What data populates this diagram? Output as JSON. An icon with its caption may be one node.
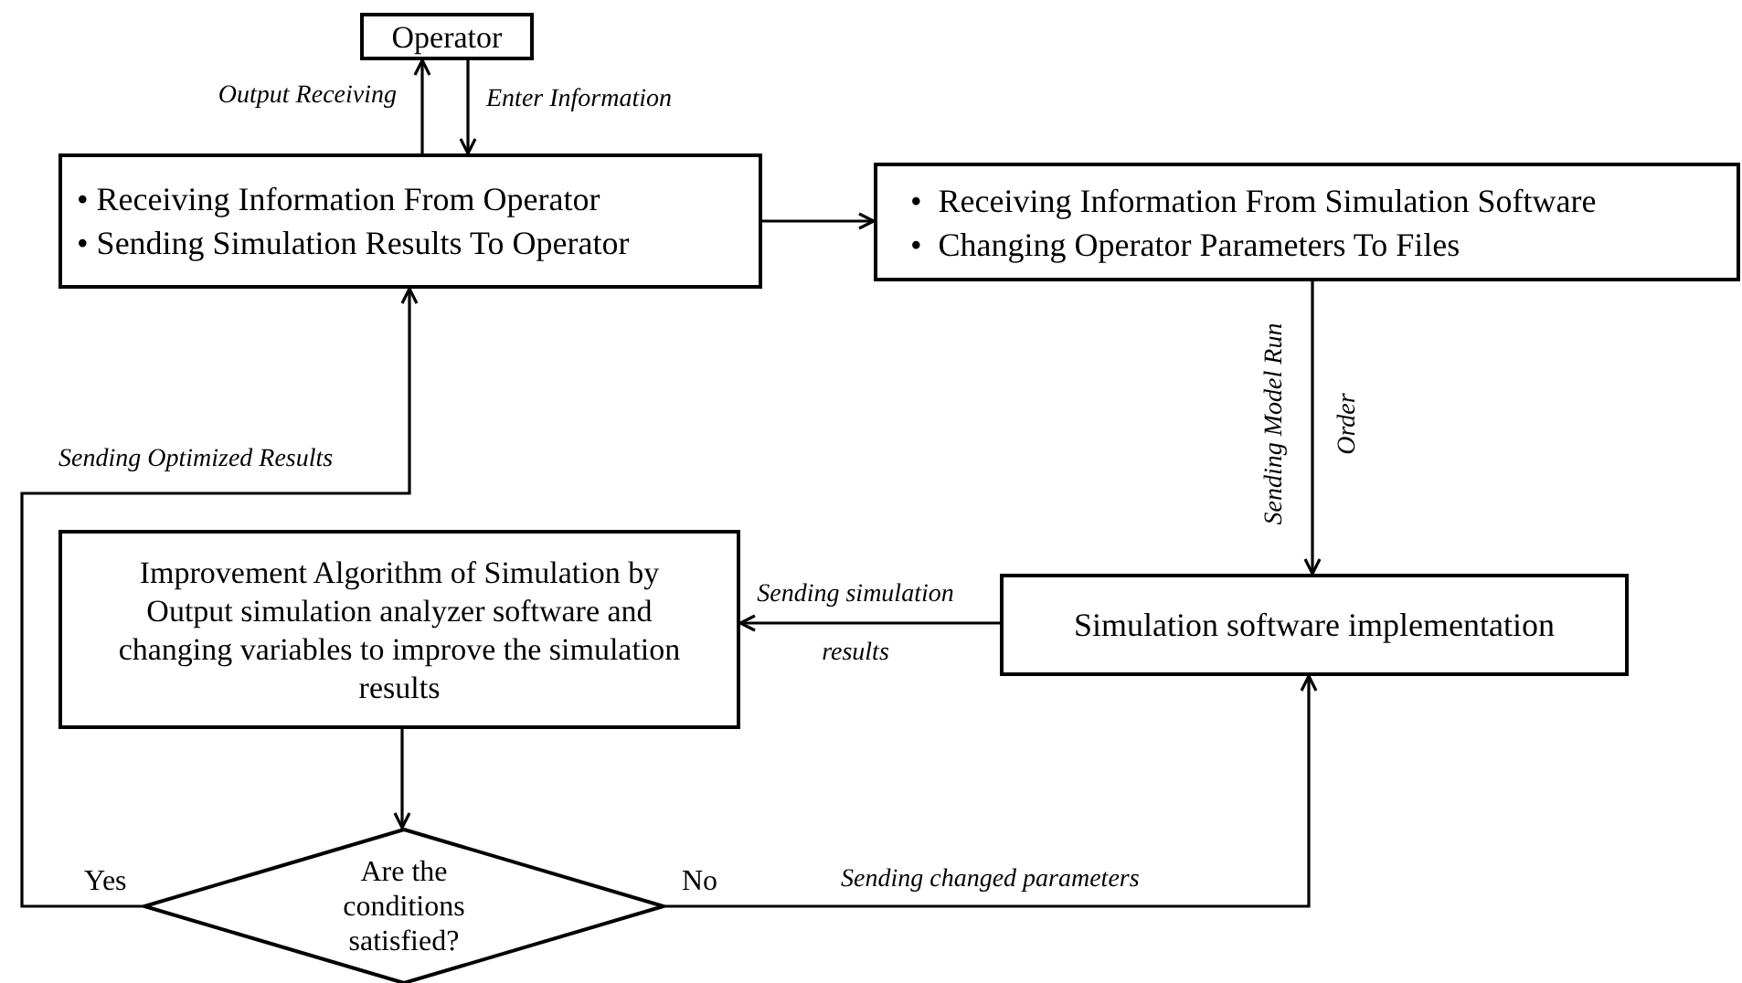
{
  "diagram": {
    "nodes": [
      {
        "text": [
          "Operator"
        ]
      },
      {
        "text": [
          "• Receiving Information From Operator",
          "• Sending Simulation Results To Operator"
        ]
      },
      {
        "text": [
          "•  Receiving Information From Simulation Software",
          "•  Changing Operator Parameters To Files"
        ]
      },
      {
        "text": [
          "Improvement Algorithm of Simulation by Output simulation analyzer software and changing variables to improve the simulation results"
        ]
      },
      {
        "text": [
          "Simulation software implementation"
        ]
      },
      {
        "text": [
          "Are the conditions satisfied?"
        ]
      }
    ],
    "edges": [
      {
        "from": 1,
        "to": 0,
        "arrow": "to",
        "label": "Output Receiving"
      },
      {
        "from": 0,
        "to": 1,
        "arrow": "to",
        "label": "Enter Information"
      },
      {
        "from": 1,
        "to": 2,
        "arrow": "to"
      },
      {
        "from": 2,
        "to": 4,
        "arrow": "to",
        "label": "Sending Model Run Order"
      },
      {
        "from": 4,
        "to": 3,
        "arrow": "to",
        "label": "Sending simulation results"
      },
      {
        "from": 3,
        "to": 5,
        "arrow": "to"
      },
      {
        "from": 5,
        "to": 1,
        "arrow": "to",
        "label": "Sending Optimized Results"
      },
      {
        "from": 5,
        "to": 4,
        "arrow": "to",
        "label": "Sending changed parameters"
      }
    ],
    "labels": [
      "Yes",
      "No"
    ]
  }
}
